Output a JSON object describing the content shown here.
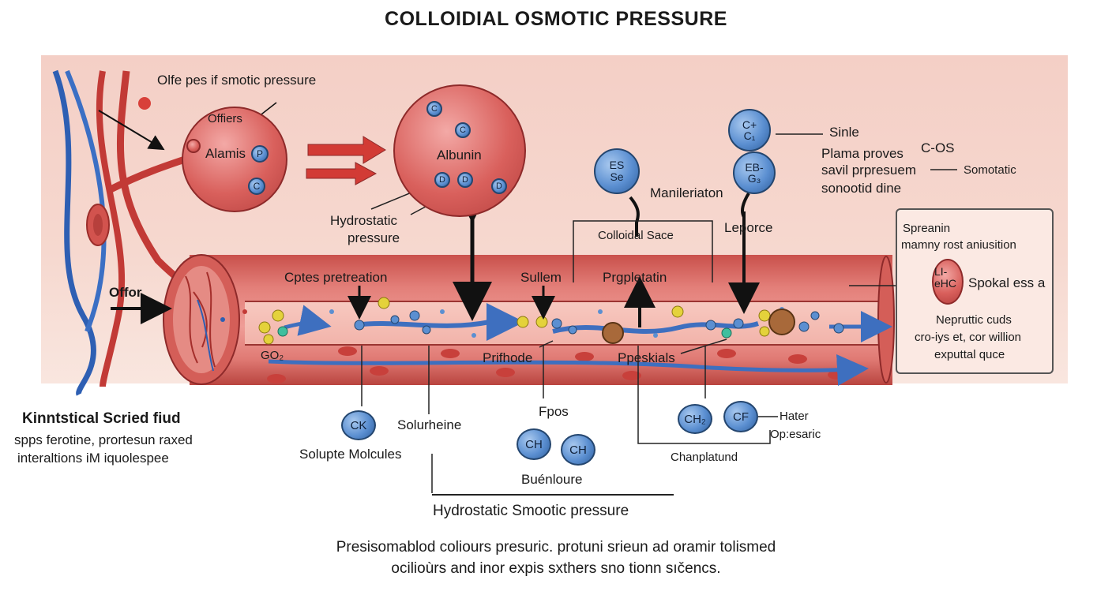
{
  "title": "COLLOIDIAL OSMOTIC PRESSURE",
  "labels": {
    "top_left_caption": "Olfe pes if smotic pressure",
    "offiers": "Offiers",
    "alamis": "Alamis",
    "albunin": "Albunin",
    "hydrostatic_pressure_line1": "Hydrostatic",
    "hydrostatic_pressure_line2": "pressure",
    "manileriaton": "Manileriaton",
    "sinle": "Sinle",
    "plama_proves": "Plama proves",
    "savil_prpresuem": "savil prpresuem",
    "sonootid_dine": "sonootid dine",
    "c_os": "C-OS",
    "somotatic": "Somotatic",
    "leporce": "Leporce",
    "colloidal_sace": "Colloidal Sace",
    "cptes_pretreation": "Cptes pretreation",
    "sullem": "Sullem",
    "prgpletatin": "Prgpletatin",
    "offor": "Offor",
    "go2": "GO₂",
    "prifhode": "Prifhode",
    "ppeskials": "Ppeskials",
    "spreanin": "Spreanin",
    "mamny_rost": "mamny rost aniusition",
    "spokal_ess": "Spokal ess a",
    "nepruttic_cuds": "Nepruttic cuds",
    "cro_iys": "cro-iys et, cor willion",
    "exputtal_quce": "exputtal quce",
    "kinntstical_title": "Kinntstical Scried fiud",
    "kinntstical_line1": "spps ferotine, prortesun raxed",
    "kinntstical_line2": "interaltions iM iquolespee",
    "soluplheine": "Solurheine",
    "solupte_molcules": "Solupte Molcules",
    "fpos": "Fpos",
    "buenloure": "Buénloure",
    "hater": "Hater",
    "opesaric": "Op:esaric",
    "chanplatund": "Chanplatund",
    "hydrostatic_smootic": "Hydrostatic Smootic pressure"
  },
  "molecules": {
    "c_plus": "C+ C₁",
    "es_se": "ES Se",
    "eb_g3": "EB- G₃",
    "ck": "CK",
    "ch_a": "CH",
    "ch_b": "CH",
    "ch2": "CH₂",
    "cf": "CF",
    "lhc": "LI- eHC",
    "p": "P",
    "c": "C",
    "d": "D"
  },
  "description": {
    "line1": "Presisomablod coliours presuric. protuni srieun ad oramir tolismed",
    "line2": "ocilioùrs and inor expis sxthers sno tionn sıčencs."
  },
  "colors": {
    "panel": "#f4cfc6",
    "vessel": "#d96a64",
    "vessel_dark": "#a8403d",
    "flow_arrow": "#3e6fbf",
    "red_arrow": "#cf3a35",
    "molecule": "#5b8fd1"
  }
}
